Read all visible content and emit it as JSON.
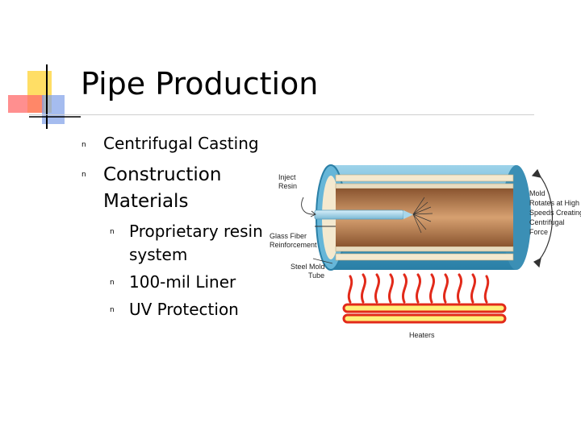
{
  "slide": {
    "title": "Pipe Production",
    "bullets": [
      {
        "text": "Centrifugal Casting"
      },
      {
        "text_line1": "Construction",
        "text_line2": "Materials"
      }
    ],
    "sub_bullets": [
      {
        "line1": "Proprietary resin",
        "line2": "system"
      },
      {
        "line1": "100-mil Liner"
      },
      {
        "line1": "UV Protection"
      }
    ],
    "bullet_glyph": "n"
  },
  "diagram": {
    "labels": {
      "inject_resin_1": "Inject",
      "inject_resin_2": "Resin",
      "glass_fiber_1": "Glass Fiber",
      "glass_fiber_2": "Reinforcement",
      "steel_mold_1": "Steel Mold",
      "steel_mold_2": "Tube",
      "mold_rotates_1": "Mold",
      "mold_rotates_2": "Rotates at High",
      "mold_rotates_3": "Speeds Creating",
      "mold_rotates_4": "Centrifugal",
      "mold_rotates_5": "Force",
      "heaters": "Heaters"
    },
    "colors": {
      "tube_outer": "#4aa3c8",
      "tube_inner": "#2a7fa6",
      "liner": "#f4e9cf",
      "resin": "#b07a4a",
      "heater_red": "#e22a1a",
      "heater_yellow": "#fff07a"
    }
  }
}
